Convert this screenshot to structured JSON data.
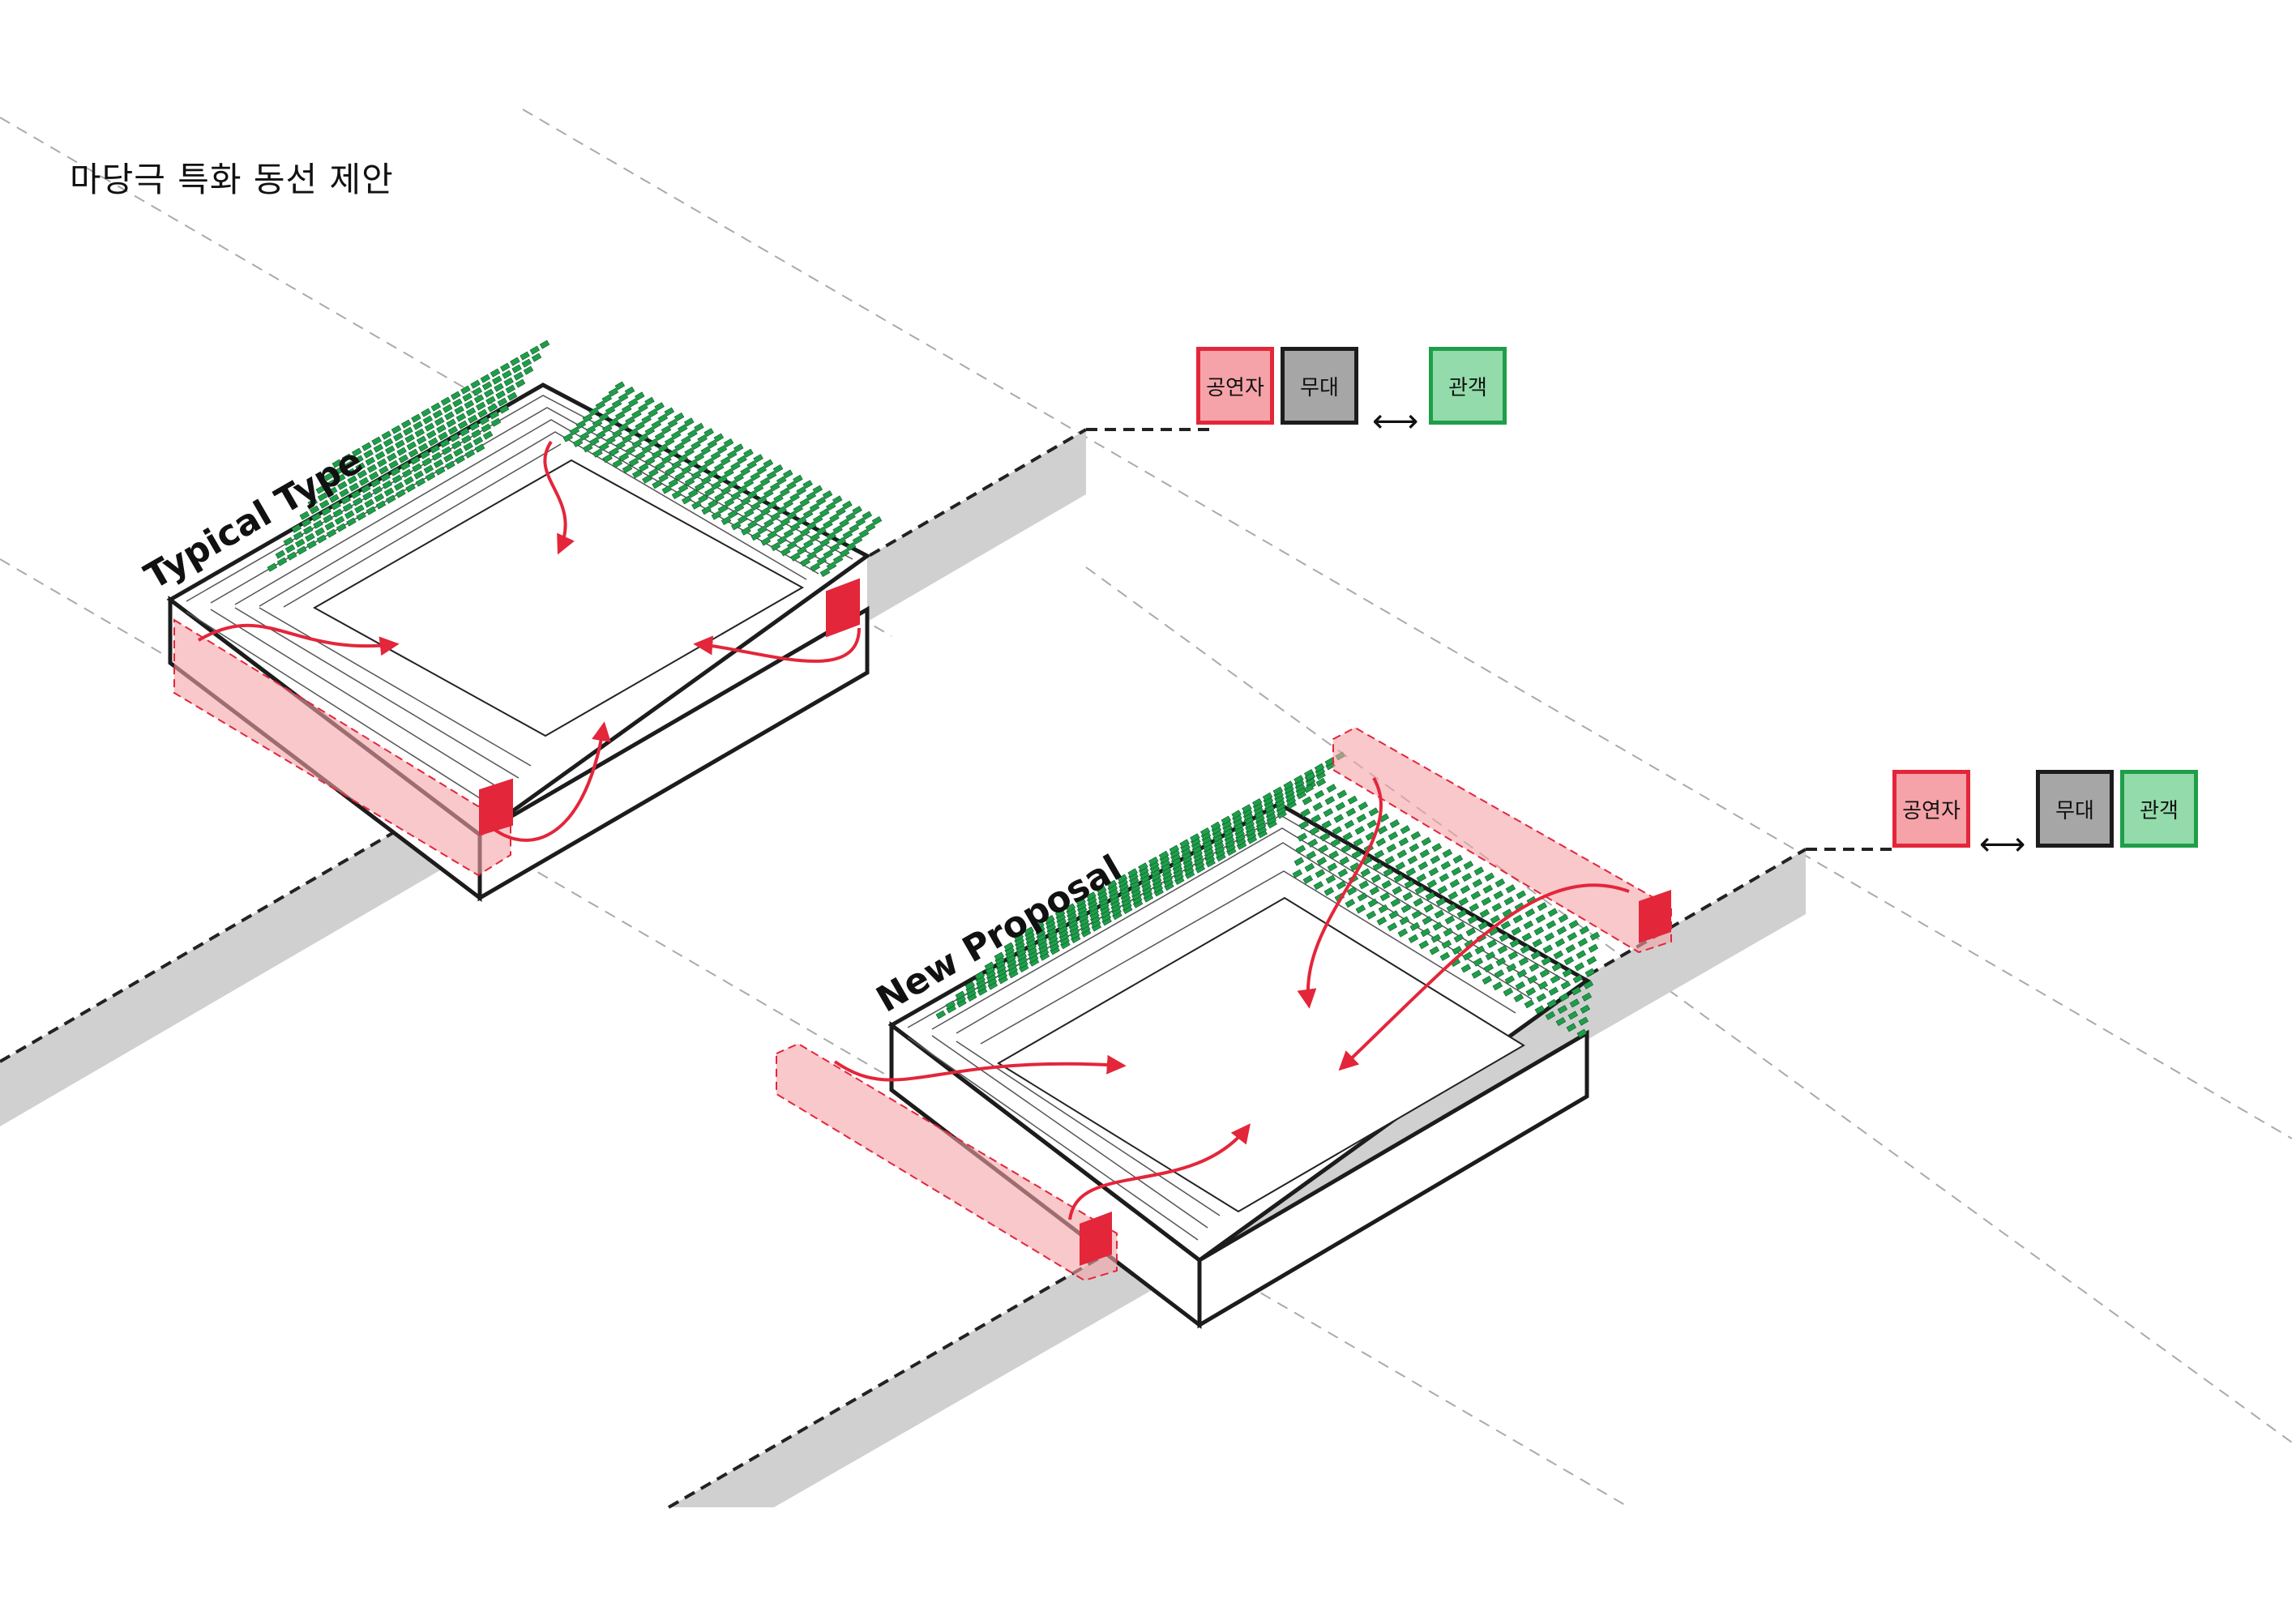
{
  "title": "마당극 특화 동선 제안",
  "diagrams": {
    "typical": {
      "label": "Typical Type"
    },
    "proposal": {
      "label": "New Proposal"
    }
  },
  "legend_top": {
    "performer": "공연자",
    "stage": "무대",
    "audience": "관객",
    "arrow": "⟷"
  },
  "legend_bottom": {
    "performer": "공연자",
    "stage": "무대",
    "audience": "관객",
    "arrow": "⟷"
  },
  "colors": {
    "performer_fill": "#f5a3a8",
    "performer_stroke": "#e3263a",
    "stage_fill": "#a6a6a6",
    "audience_fill": "#93dbaa",
    "audience_stroke": "#1f9e4a",
    "seat": "#1f9e4a",
    "wall": "#d0d0d0",
    "outline": "#1c1c1c",
    "arrow": "#e3263a"
  }
}
